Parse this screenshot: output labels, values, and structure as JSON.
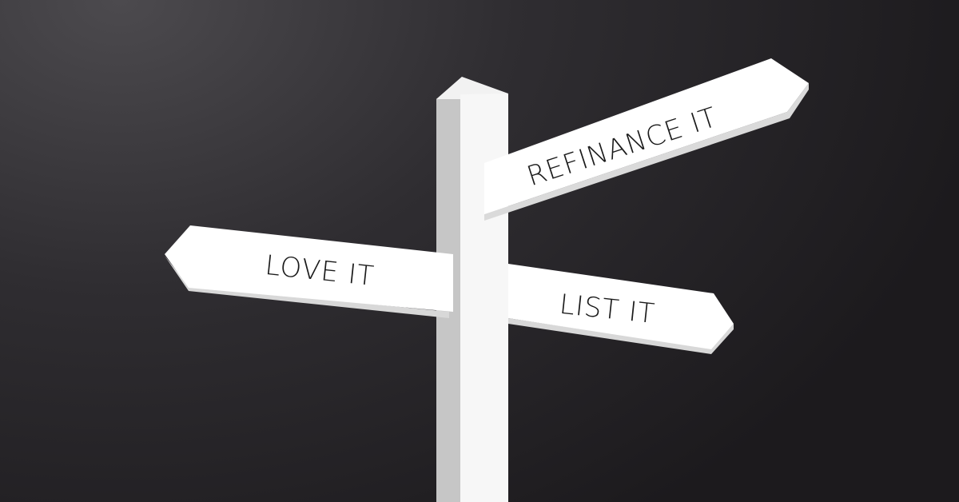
{
  "signs": {
    "refinance": "REFINANCE IT",
    "love": "LOVE IT",
    "list": "LIST IT"
  },
  "colors": {
    "background_light": "#4c4a4e",
    "background_dark": "#1c1a1d",
    "sign_face": "#ffffff",
    "sign_edge": "#dcdcdc",
    "post_side": "#c4c4c4",
    "text": "#1a1a1a"
  }
}
